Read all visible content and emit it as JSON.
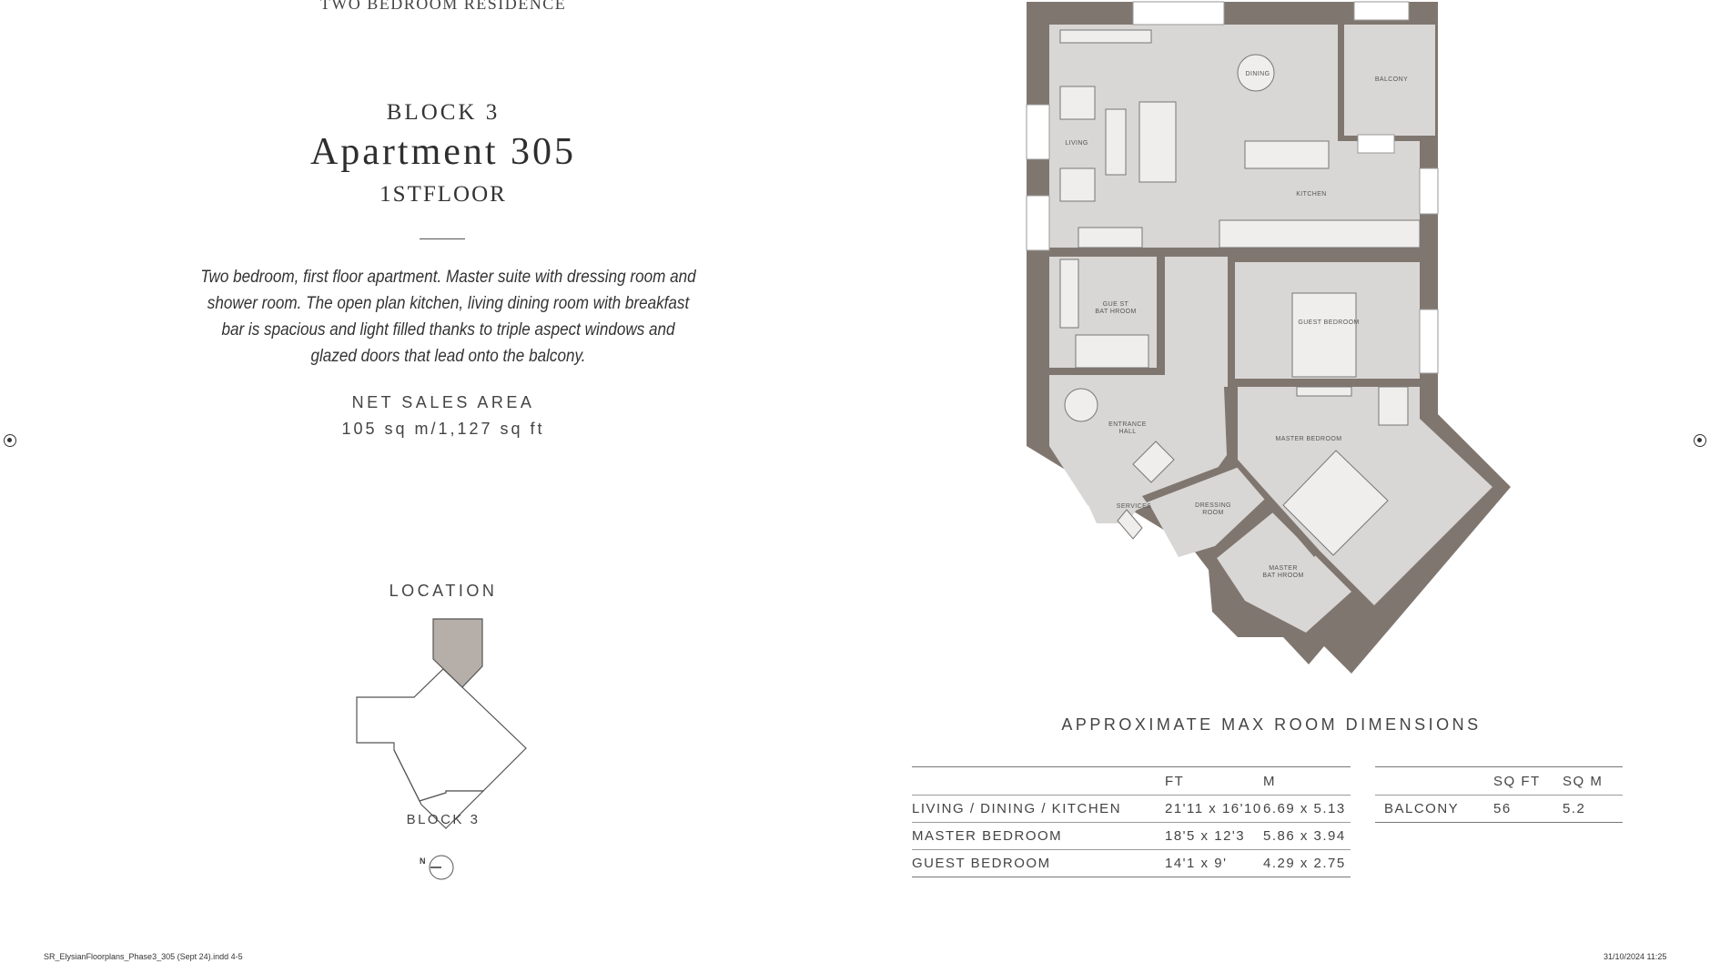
{
  "header": {
    "residence": "TWO BEDROOM RESIDENCE",
    "block": "BLOCK 3",
    "apartment": "Apartment 305",
    "floor": "1STFLOOR"
  },
  "description": "Two bedroom, first floor apartment. Master suite with dressing room and shower room. The open plan kitchen, living dining room with breakfast bar is spacious and light filled thanks to triple aspect windows and glazed doors that lead onto the balcony.",
  "net_sales_area": {
    "label": "NET SALES AREA",
    "value": "105 sq m/1,127 sq ft"
  },
  "location": {
    "label": "LOCATION",
    "block_label": "BLOCK 3",
    "north_label": "N"
  },
  "floorplan": {
    "rooms": {
      "dining": "DINING",
      "balcony": "BALCONY",
      "living": "LIVING",
      "kitchen": "KITCHEN",
      "guest_bathroom_1": "GUE ST",
      "guest_bathroom_2": "BAT HROOM",
      "guest_bedroom": "GUEST BEDROOM",
      "entrance_hall_1": "ENTRANCE",
      "entrance_hall_2": "HALL",
      "master_bedroom": "MASTER BEDROOM",
      "services": "SERVICES",
      "dressing_room_1": "DRESSING",
      "dressing_room_2": "ROOM",
      "master_bathroom_1": "MASTER",
      "master_bathroom_2": "BAT HROOM"
    },
    "colors": {
      "wall": "#807670",
      "floor": "#d9d7d5",
      "furniture": "#efeeec"
    }
  },
  "dimensions": {
    "title": "APPROXIMATE MAX ROOM DIMENSIONS",
    "rooms_table": {
      "headers": [
        "",
        "FT",
        "M"
      ],
      "rows": [
        {
          "name": "LIVING / DINING / KITCHEN",
          "ft": "21'11 x 16'10",
          "m": "6.69 x 5.13"
        },
        {
          "name": "MASTER BEDROOM",
          "ft": "18'5 x 12'3",
          "m": "5.86 x 3.94"
        },
        {
          "name": "GUEST BEDROOM",
          "ft": "14'1 x 9'",
          "m": "4.29 x 2.75"
        }
      ]
    },
    "balcony_table": {
      "headers": [
        "",
        "SQ FT",
        "SQ M"
      ],
      "rows": [
        {
          "name": "BALCONY",
          "sqft": "56",
          "sqm": "5.2"
        }
      ]
    }
  },
  "footer": {
    "file": "SR_ElysianFloorplans_Phase3_305 (Sept 24).indd 4-5",
    "date": "31/10/2024 11:25"
  }
}
